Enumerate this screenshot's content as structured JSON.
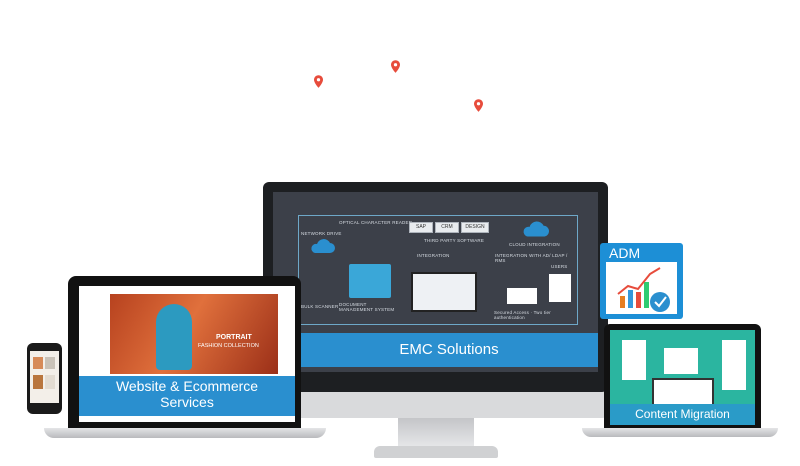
{
  "pins": {
    "icon": "map-pin-icon",
    "color": "#e74c3c"
  },
  "monitor": {
    "band_label": "EMC Solutions",
    "diagram": {
      "ocr_label": "OPTICAL CHARACTER READER",
      "network_drive_label": "NETWORK DRIVE",
      "third_party_buttons": [
        "SAP",
        "CRM",
        "DESIGN"
      ],
      "third_party_label": "THIRD PARTY SOFTWARE",
      "integration_label": "INTEGRATION",
      "cloud_label": "CLOUD INTEGRATION",
      "ldap_label": "INTEGRATION WITH AD/ LDAP / RMS",
      "users_label": "USERS",
      "scanner_label": "BULK SCANNER",
      "dms_label": "DOCUMENT MANAGEMENT SYSTEM",
      "secure_label": "Secured Access · Two tier authentication"
    },
    "accent": "#2a8fcf"
  },
  "laptop": {
    "band_line1": "Website & Ecommerce",
    "band_line2": "Services",
    "hero_title": "PORTRAIT",
    "hero_subtitle": "FASHION COLLECTION"
  },
  "right_laptop": {
    "band_label": "Content Migration",
    "accent": "#2bb5a0"
  },
  "adm": {
    "label": "ADM"
  }
}
